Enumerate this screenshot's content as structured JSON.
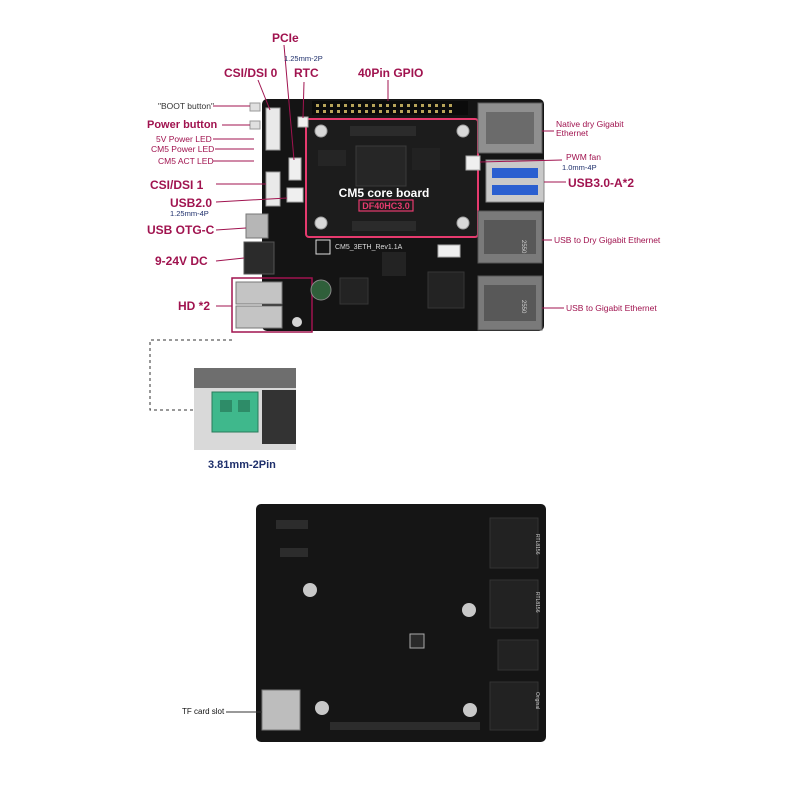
{
  "top_labels": {
    "pcie": "PCIe",
    "pcie_note": "1.25mm-2P",
    "rtc": "RTC",
    "csi_dsi_0": "CSI/DSI 0",
    "gpio": "40Pin GPIO"
  },
  "left_labels": {
    "boot_button": "\"BOOT button\"",
    "power_button": "Power button",
    "power_led_5v": "5V Power LED",
    "cm5_power_led": "CM5 Power LED",
    "cm5_act_led": "CM5 ACT LED",
    "csi_dsi_1": "CSI/DSI 1",
    "usb2": "USB2.0",
    "usb2_note": "1.25mm-4P",
    "usb_otg": "USB OTG-C",
    "dc_in": "9-24V DC",
    "hd": "HD *2"
  },
  "right_labels": {
    "native_eth": "Native dry Gigabit Ethernet",
    "pwm_fan": "PWM fan",
    "pwm_fan_note": "1.0mm-4P",
    "usb3": "USB3.0-A*2",
    "usb_dry_eth": "USB to Dry Gigabit Ethernet",
    "usb_eth": "USB to Gigabit Ethernet"
  },
  "board": {
    "core_title": "CM5 core board",
    "core_model": "DF40HC3.0",
    "silkscreen": "CM5_3ETH_Rev1.1A",
    "eth_port_text": "2550"
  },
  "inset": {
    "caption": "3.81mm-2Pin"
  },
  "bottom": {
    "tf_label": "TF card slot",
    "chip_text_1": "RTL8156",
    "chip_text_2": "RTL8156",
    "chip_text_3": "Original"
  },
  "colors": {
    "label": "#a0134f",
    "pcb": "#151515",
    "core_box": "#e63a6e"
  }
}
